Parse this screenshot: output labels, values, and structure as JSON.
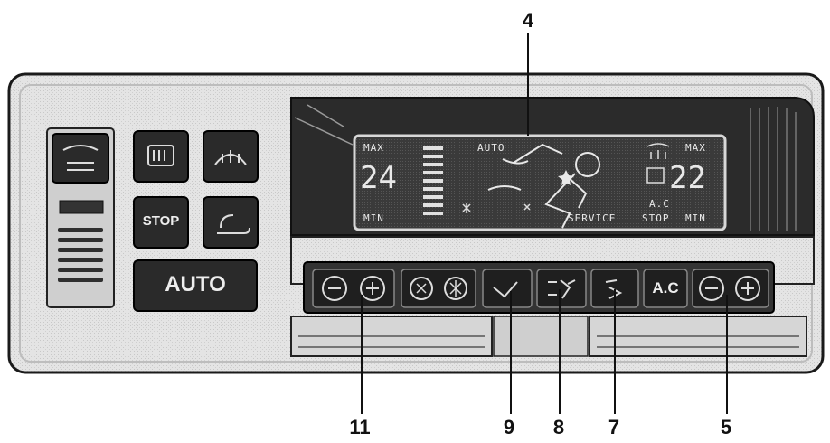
{
  "callouts": [
    "4",
    "11",
    "9",
    "8",
    "7",
    "5"
  ],
  "left_buttons": {
    "stop_label": "STOP",
    "auto_label": "AUTO"
  },
  "display": {
    "left_max": "MAX",
    "left_min": "MIN",
    "left_temp": "24",
    "auto_label": "AUTO",
    "right_max": "MAX",
    "right_min": "MIN",
    "right_temp": "22",
    "ac_label": "A.C",
    "service_label": "SERVICE",
    "stop_label": "STOP"
  },
  "bottom_buttons": {
    "ac_label": "A.C"
  }
}
